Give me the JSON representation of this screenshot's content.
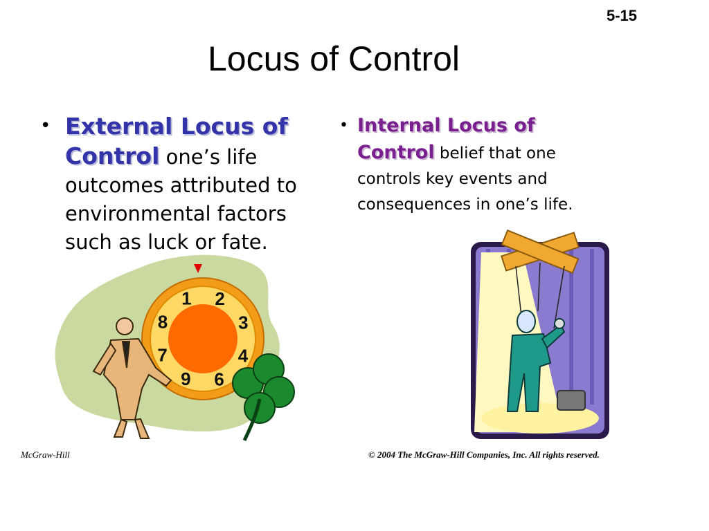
{
  "slide": {
    "number": "5-15",
    "title": "Locus of Control"
  },
  "left_bullet": {
    "bullet": "•",
    "term": "External Locus of Control",
    "text": " one’s life outcomes attributed to environmental factors such as luck or fate."
  },
  "right_bullet": {
    "bullet": "•",
    "term": "Internal Locus of Control",
    "text": " belief that one controls key events and consequences in one’s life."
  },
  "wheel_numbers": [
    "1",
    "2",
    "3",
    "4",
    "6",
    "9",
    "7",
    "8"
  ],
  "colors": {
    "external_term": "#3333aa",
    "internal_term": "#7a1f8f",
    "wheel_rim": "#f39c1a",
    "wheel_center": "#ff6a00",
    "curtain": "#8a7ad0",
    "spotlight": "#fff8c0"
  },
  "footer": {
    "left": "McGraw-Hill",
    "right": "© 2004 The McGraw-Hill Companies, Inc. All rights reserved."
  }
}
